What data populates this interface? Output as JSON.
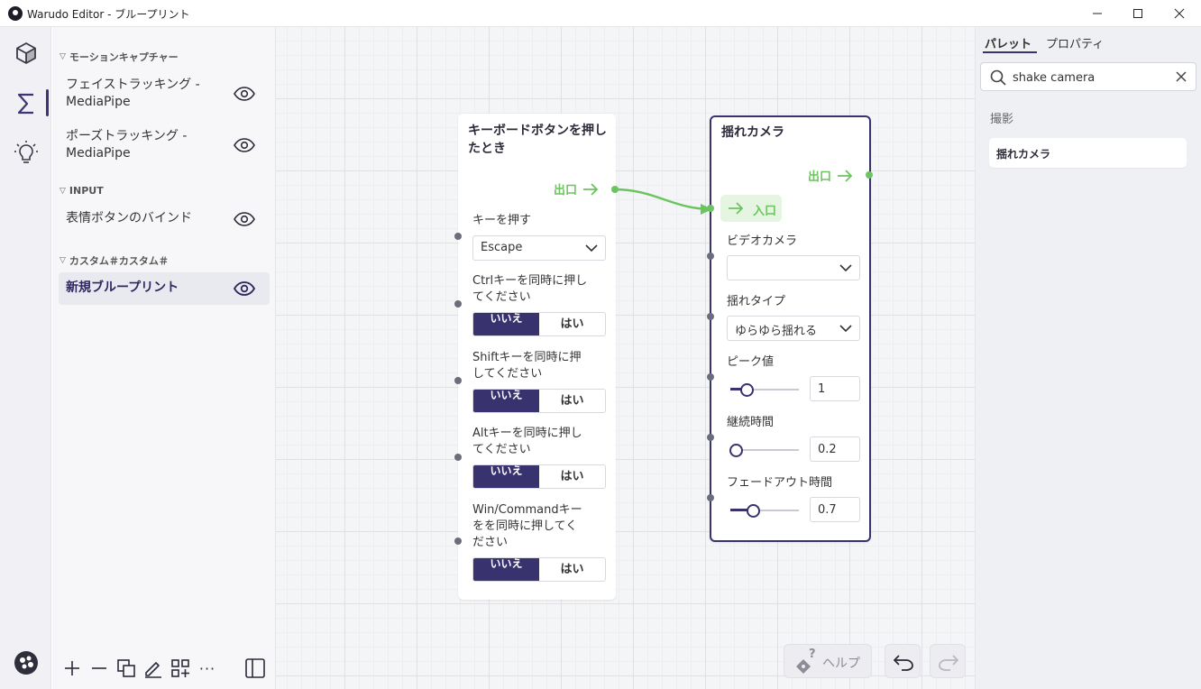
{
  "window": {
    "title": "Warudo Editor - ブループリント"
  },
  "rail": {
    "items": [
      "scene-icon",
      "blueprint-sigma-icon",
      "onboarding-lightbulb-icon"
    ],
    "active": "blueprint-sigma-icon"
  },
  "outline": {
    "sections": [
      {
        "header": "モーションキャプチャー",
        "items": [
          {
            "label_line1": "フェイストラッキング -",
            "label_line2": "MediaPipe"
          },
          {
            "label_line1": "ポーズトラッキング -",
            "label_line2": "MediaPipe"
          }
        ]
      },
      {
        "header": "INPUT",
        "items": [
          {
            "label_line1": "表情ボタンのバインド"
          }
        ]
      },
      {
        "header": "カスタム＃カスタム＃",
        "items": [
          {
            "label_line1": "新規ブループリント",
            "selected": true
          }
        ]
      }
    ],
    "toolbar": {
      "add": "+",
      "remove": "−",
      "more": "···"
    }
  },
  "nodes": {
    "keyboard": {
      "title_line1": "キーボードボタンを押し",
      "title_line2": "たとき",
      "out_label": "出口",
      "key_label": "キーを押す",
      "key_value": "Escape",
      "ctrl_label_line1": "Ctrlキーを同時に押し",
      "ctrl_label_line2": "てください",
      "shift_label_line1": "Shiftキーを同時に押",
      "shift_label_line2": "してください",
      "alt_label_line1": "Altキーを同時に押し",
      "alt_label_line2": "てください",
      "win_label_line1": "Win/Commandキー",
      "win_label_line2": "をを同時に押してく",
      "win_label_line3": "ださい",
      "toggle_no": "いいえ",
      "toggle_yes": "はい"
    },
    "shake": {
      "title": "揺れカメラ",
      "out_label": "出口",
      "in_label": "入口",
      "camera_label": "ビデオカメラ",
      "camera_value": "",
      "type_label": "揺れタイプ",
      "type_value": "ゆらゆら揺れる",
      "peak_label": "ピーク値",
      "peak_value": "1",
      "peak_level": 0.24,
      "duration_label": "継続時間",
      "duration_value": "0.2",
      "duration_level": 0.08,
      "fade_label": "フェードアウト時間",
      "fade_value": "0.7",
      "fade_level": 0.33
    }
  },
  "canvas_controls": {
    "help_label": "ヘルプ"
  },
  "palette": {
    "tabs": [
      "パレット",
      "プロパティ"
    ],
    "active_tab": "パレット",
    "search_value": "shake camera",
    "category": "撮影",
    "results": [
      "揺れカメラ"
    ]
  },
  "colors": {
    "accent": "#38336f",
    "port_green": "#6cc45f",
    "canvas_bg": "#f4f5f7"
  }
}
